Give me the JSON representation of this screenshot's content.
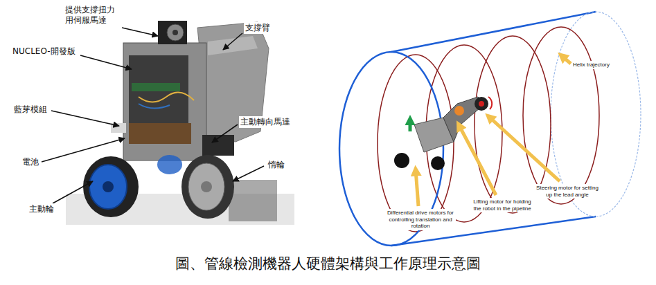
{
  "diagram": {
    "caption": "圖、管線檢測機器人硬體架構與工作原理示意圖",
    "labels": [
      "提供支撐扭力用伺服馬達",
      "NUCLEO-開發版",
      "藍芽模組",
      "電池",
      "主動輪",
      "支撐臂",
      "主動轉向馬達",
      "惰輪",
      "Helix trajectory",
      "Differential drive motors for controlling translation and rotation",
      "Lifting motor for holding the robot in the pipeline",
      "Steering motor for setting up the lead angle"
    ]
  }
}
